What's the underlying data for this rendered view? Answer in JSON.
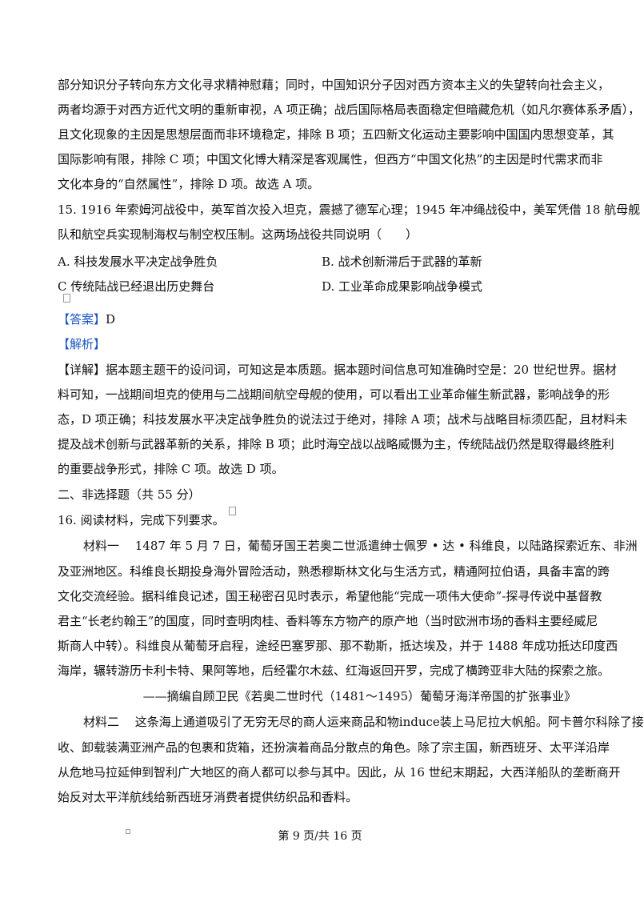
{
  "prev_explanation": [
    "部分知识分子转向东方文化寻求精神慰藉；同时，中国知识分子因对西方资本主义的失望转向社会主义，",
    "两者均源于对西方近代文明的重新审视，A 项正确；战后国际格局表面稳定但暗藏危机（如凡尔赛体系矛盾），",
    "且文化现象的主因是思想层面而非环境稳定，排除 B 项；五四新文化运动主要影响中国国内思想变革，其",
    "国际影响有限，排除 C 项；中国文化博大精深是客观属性，但西方“中国文化热”的主因是时代需求而非",
    "文化本身的“自然属性”，排除 D 项。故选 A 项。"
  ],
  "q15": {
    "stem": [
      "15. 1916 年索姆河战役中，英军首次投入坦克，震撼了德军心理；1945 年冲绳战役中，美军凭借 18 航母舰",
      "队和航空兵实现制海权与制空权压制。这两场战役共同说明（　　）"
    ],
    "options": {
      "a": "A. 科技发展水平决定战争胜负",
      "b": "B. 战术创新滞后于武器的革新",
      "c": "C  传统陆战已经退出历史舞台",
      "d": "D. 工业革命成果影响战争模式"
    },
    "answer_label": "【答案】",
    "answer_value": "D",
    "analysis_label": "【解析】",
    "detail": [
      "【详解】据本题主题干的设问词，可知这是本质题。据本题时间信息可知准确时空是：20 世纪世界。据材",
      "料可知，一战期间坦克的使用与二战期间航空母舰的使用，可以看出工业革命催生新武器，影响战争的形",
      "态，D 项正确；科技发展水平决定战争胜负的说法过于绝对，排除 A 项；战术与战略目标须匹配，且材料未",
      "提及战术创新与武器革新的关系，排除 B 项；此时海空战以战略威慑为主，传统陆战仍然是取得最终胜利",
      "的重要战争形式，排除 C 项。故选 D 项。"
    ]
  },
  "section2_heading": "二、非选择题（共 55 分）",
  "q16": {
    "stem": "16. 阅读材料，完成下列要求。",
    "material1": [
      "材料一　 1487 年 5 月 7 日，葡萄牙国王若奥二世派遣绅士佩罗 • 达 • 科维良，以陆路探索近东、非洲",
      "及亚洲地区。科维良长期投身海外冒险活动，熟悉穆斯林文化与生活方式，精通阿拉伯语，具备丰富的跨",
      "文化交流经验。据科维良记述，国王秘密召见时表示，希望他能“完成一项伟大使命”-探寻传说中基督教",
      "君主“长老约翰王”的国度，同时查明肉桂、香料等东方物产的原产地（当时欧洲市场的香料主要经威尼",
      "斯商人中转）。科维良从葡萄牙启程，途经巴塞罗那、那不勒斯，抵达埃及，并于 1488 年成功抵达印度西",
      "海岸，辗转游历卡利卡特、果阿等地，后经霍尔木兹、红海返回开罗，完成了横跨亚非大陆的探索之旅。"
    ],
    "material1_source": "——摘编自顾卫民《若奥二世时代（1481～1495）葡萄牙海洋帝国的扩张事业》",
    "material2": [
      "材料二　 这条海上通道吸引了无穷无尽的商人运来商品和物induce装上马尼拉大帆船。阿卡普尔科除了接",
      "收、卸载装满亚洲产品的包裹和货箱，还扮演着商品分散点的角色。除了宗主国，新西班牙、太平洋沿岸",
      "从危地马拉延伸到智利广大地区的商人都可以参与其中。因此，从 16 世纪末期起，大西洋船队的垄断商开",
      "始反对太平洋航线给新西班牙消费者提供纺织品和香料。"
    ]
  },
  "footer": "第 9 页/共 16 页"
}
